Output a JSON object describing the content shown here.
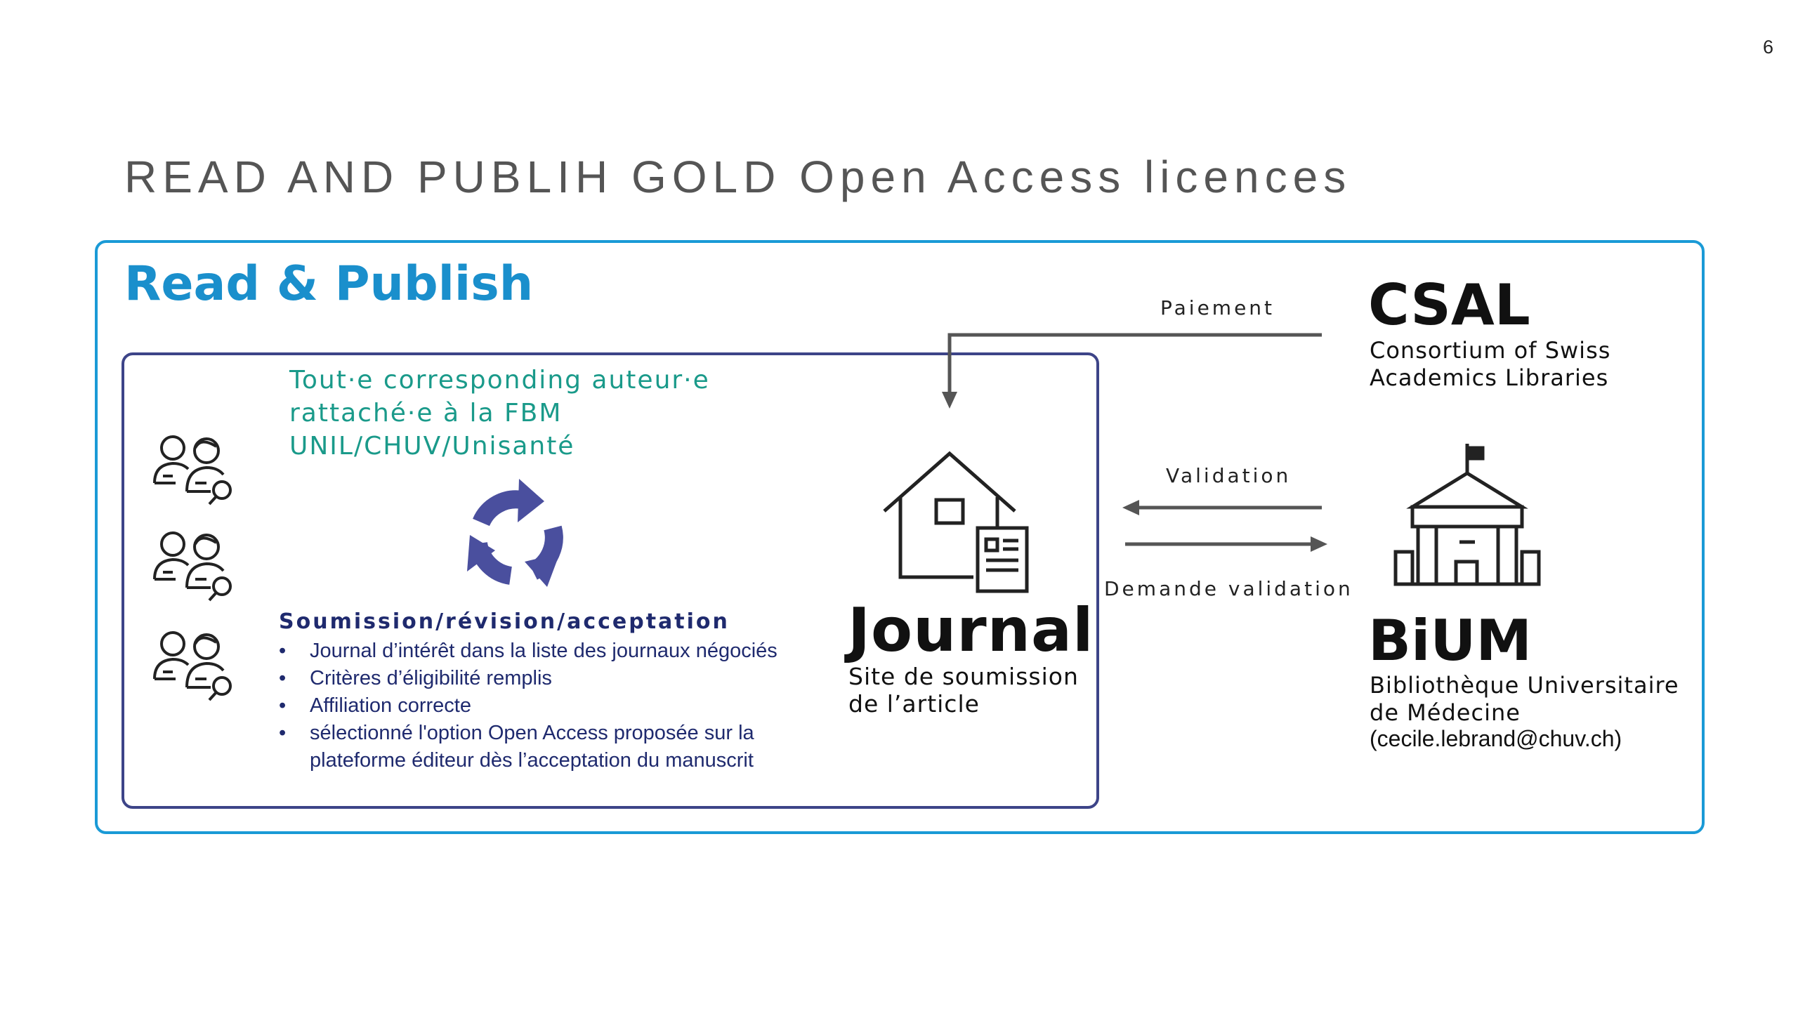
{
  "page_number": "6",
  "slide_title": "READ AND PUBLIH GOLD Open Access licences",
  "box_title": "Read & Publish",
  "eligibility": {
    "lines": [
      "Tout·e corresponding auteur·e",
      "rattaché·e à la FBM",
      "UNIL/CHUV/Unisanté"
    ]
  },
  "process": {
    "heading": "Soumission/révision/acceptation",
    "criteria": [
      "Journal d’intérêt dans la liste des journaux négociés",
      "Critères d’éligibilité remplis",
      "Affiliation correcte",
      "sélectionné l'option Open Access proposée sur la plateforme éditeur dès l’acceptation du manuscrit"
    ]
  },
  "journal": {
    "name": "Journal",
    "desc_lines": [
      "Site de soumission",
      "de l’article"
    ]
  },
  "csal": {
    "name": "CSAL",
    "desc_lines": [
      "Consortium of Swiss",
      "Academics Libraries"
    ]
  },
  "bium": {
    "name": "BiUM",
    "desc_lines": [
      "Bibliothèque Universitaire",
      "de Médecine"
    ],
    "email": "(cecile.lebrand@chuv.ch)"
  },
  "flows": {
    "paiement": "Paiement",
    "validation": "Validation",
    "demande_validation": "Demande validation"
  },
  "icons": {
    "people": "people-search-icon",
    "cycle": "cycle-arrows-icon",
    "journal": "house-document-icon",
    "library": "library-building-icon"
  },
  "colors": {
    "title_blue": "#1a8fcc",
    "outer_border": "#1a9ad6",
    "inner_border": "#3d4488",
    "eligibility_teal": "#1a9a8a",
    "process_navy": "#1f2a6e",
    "cycle_purple": "#4a4f9e",
    "arrow_gray": "#555555"
  }
}
